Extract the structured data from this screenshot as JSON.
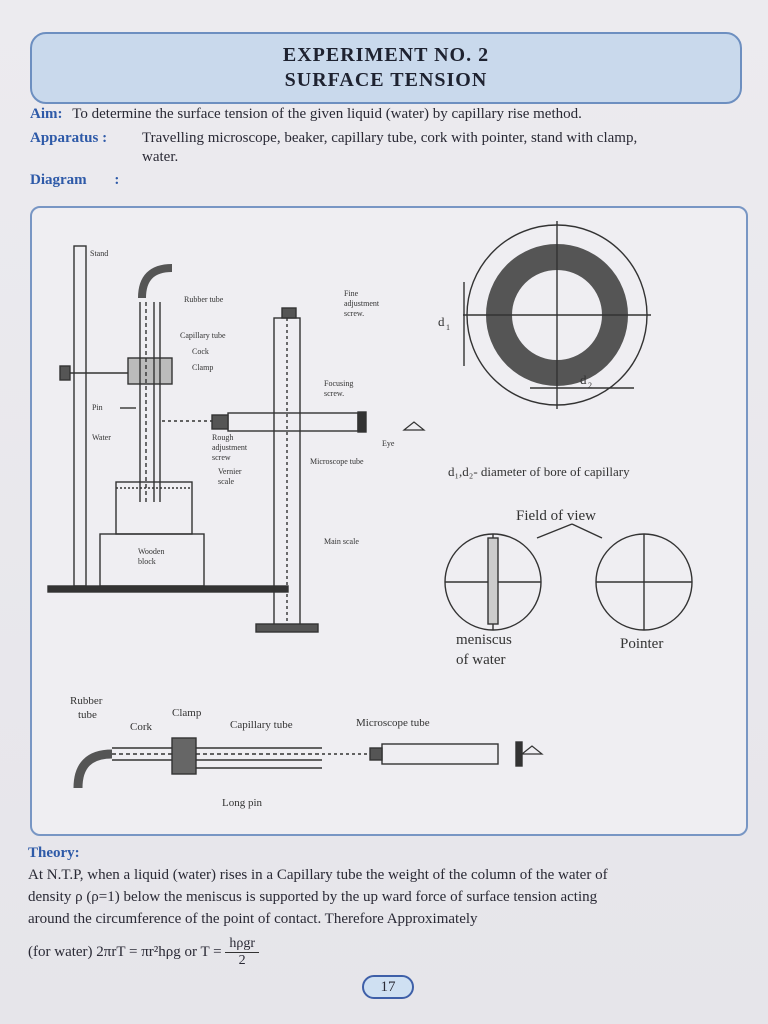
{
  "header": {
    "experiment": "EXPERIMENT NO. 2",
    "topic": "SURFACE TENSION"
  },
  "aim": {
    "label": "Aim:",
    "text": "To determine the surface tension of the given liquid (water) by capillary rise method."
  },
  "apparatus": {
    "label": "Apparatus :",
    "line1": "Travelling microscope, beaker, capillary tube, cork with pointer, stand with clamp,",
    "line2": "water."
  },
  "diagram_label": {
    "label": "Diagram",
    "colon": ":"
  },
  "diagram": {
    "stand": "Stand",
    "rubber_tube": "Rubber tube",
    "capillary_tube": "Capillary tube",
    "cock": "Cock",
    "clamp": "Clamp",
    "pin": "Pin",
    "water": "Water",
    "wooden_block_1": "Wooden",
    "wooden_block_2": "block",
    "fine_1": "Fine",
    "fine_2": "adjustment",
    "fine_3": "screw.",
    "focusing_1": "Focusing",
    "focusing_2": "screw.",
    "rough_1": "Rough",
    "rough_2": "adjustment",
    "rough_3": "screw",
    "vernier_1": "Vernier",
    "vernier_2": "scale",
    "microscope_tube": "Microscope tube",
    "eye": "Eye",
    "main_scale": "Main scale",
    "d1": "d",
    "d1_sub": "1",
    "d2": "d",
    "d2_sub": "2",
    "bore_caption": "d₁,d₂- diameter of bore of capillary",
    "field_of_view": "Field of view",
    "meniscus_1": "meniscus",
    "meniscus_2": "of water",
    "pointer": "Pointer",
    "b_rubber_1": "Rubber",
    "b_rubber_2": "tube",
    "b_cork": "Cork",
    "b_clamp": "Clamp",
    "b_capillary": "Capillary tube",
    "b_microscope": "Microscope tube",
    "b_long_pin": "Long pin"
  },
  "theory": {
    "label": "Theory:",
    "line1": "At N.T.P, when a liquid (water) rises  in a Capillary tube the weight of the column of the water of",
    "line2": "density ρ (ρ=1) below the meniscus is supported by  the up ward force of surface tension acting",
    "line3": "around the circumference of the point of contact. Therefore Approximately",
    "formula_prefix": "(for water) 2πrT = πr²hρg or T =",
    "frac_num": "hρgr",
    "frac_den": "2"
  },
  "page_number": "17",
  "colors": {
    "accent": "#2e5aa8",
    "title_bg": "#c9d9ec",
    "border": "#7896c4"
  }
}
